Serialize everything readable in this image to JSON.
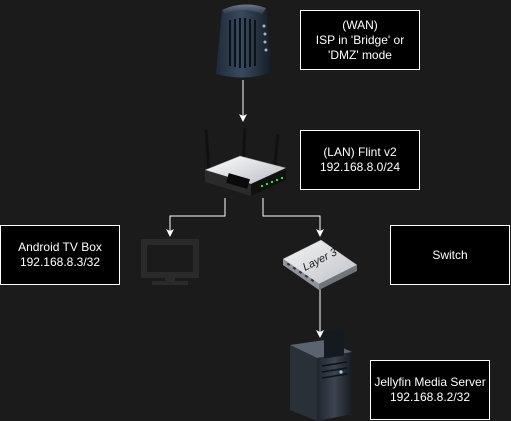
{
  "nodes": {
    "wan": {
      "lines": [
        "(WAN)",
        "ISP in 'Bridge' or",
        "'DMZ' mode"
      ]
    },
    "lan": {
      "lines": [
        "(LAN) Flint v2",
        "192.168.8.0/24"
      ]
    },
    "tv": {
      "lines": [
        "Android TV Box",
        "192.168.8.3/32"
      ]
    },
    "switch": {
      "lines": [
        "Switch"
      ]
    },
    "server": {
      "lines": [
        "Jellyfin Media Server",
        "192.168.8.2/32"
      ]
    }
  },
  "switch_device_label": "Layer 3",
  "icons": [
    "modem-icon",
    "router-icon",
    "tv-monitor-icon",
    "layer3-switch-icon",
    "server-tower-icon"
  ],
  "colors": {
    "background": "#1b1b1b",
    "box_fill": "#000000",
    "box_border": "#ffffff",
    "connector": "#ffffff",
    "text": "#ffffff"
  }
}
